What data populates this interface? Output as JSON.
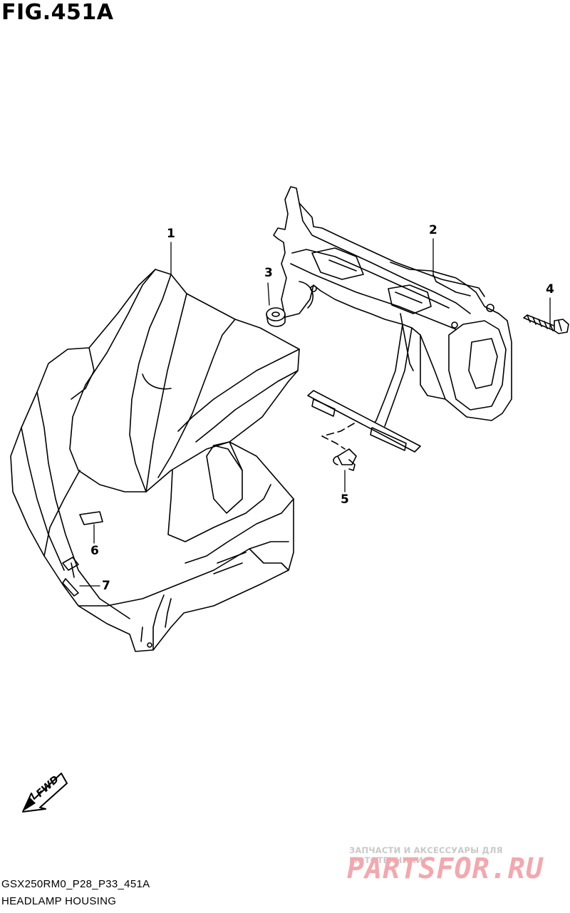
{
  "figure": {
    "title": "FIG.451A"
  },
  "callouts": [
    {
      "id": "1",
      "label": "1"
    },
    {
      "id": "2",
      "label": "2"
    },
    {
      "id": "3",
      "label": "3"
    },
    {
      "id": "4",
      "label": "4"
    },
    {
      "id": "5",
      "label": "5"
    },
    {
      "id": "6",
      "label": "6"
    },
    {
      "id": "7",
      "label": "7"
    }
  ],
  "direction_badge": {
    "label": "FWD",
    "icon": "forward-arrow-icon"
  },
  "watermark": {
    "tagline": "ЗАПЧАСТИ И АКСЕССУАРЫ ДЛЯ МОТОТЕХНИКИ",
    "brand": "PARTSFOR.RU",
    "color": "#f4a7ad"
  },
  "footer": {
    "code": "GSX250RM0_P28_P33_451A",
    "caption": "HEADLAMP HOUSING"
  }
}
